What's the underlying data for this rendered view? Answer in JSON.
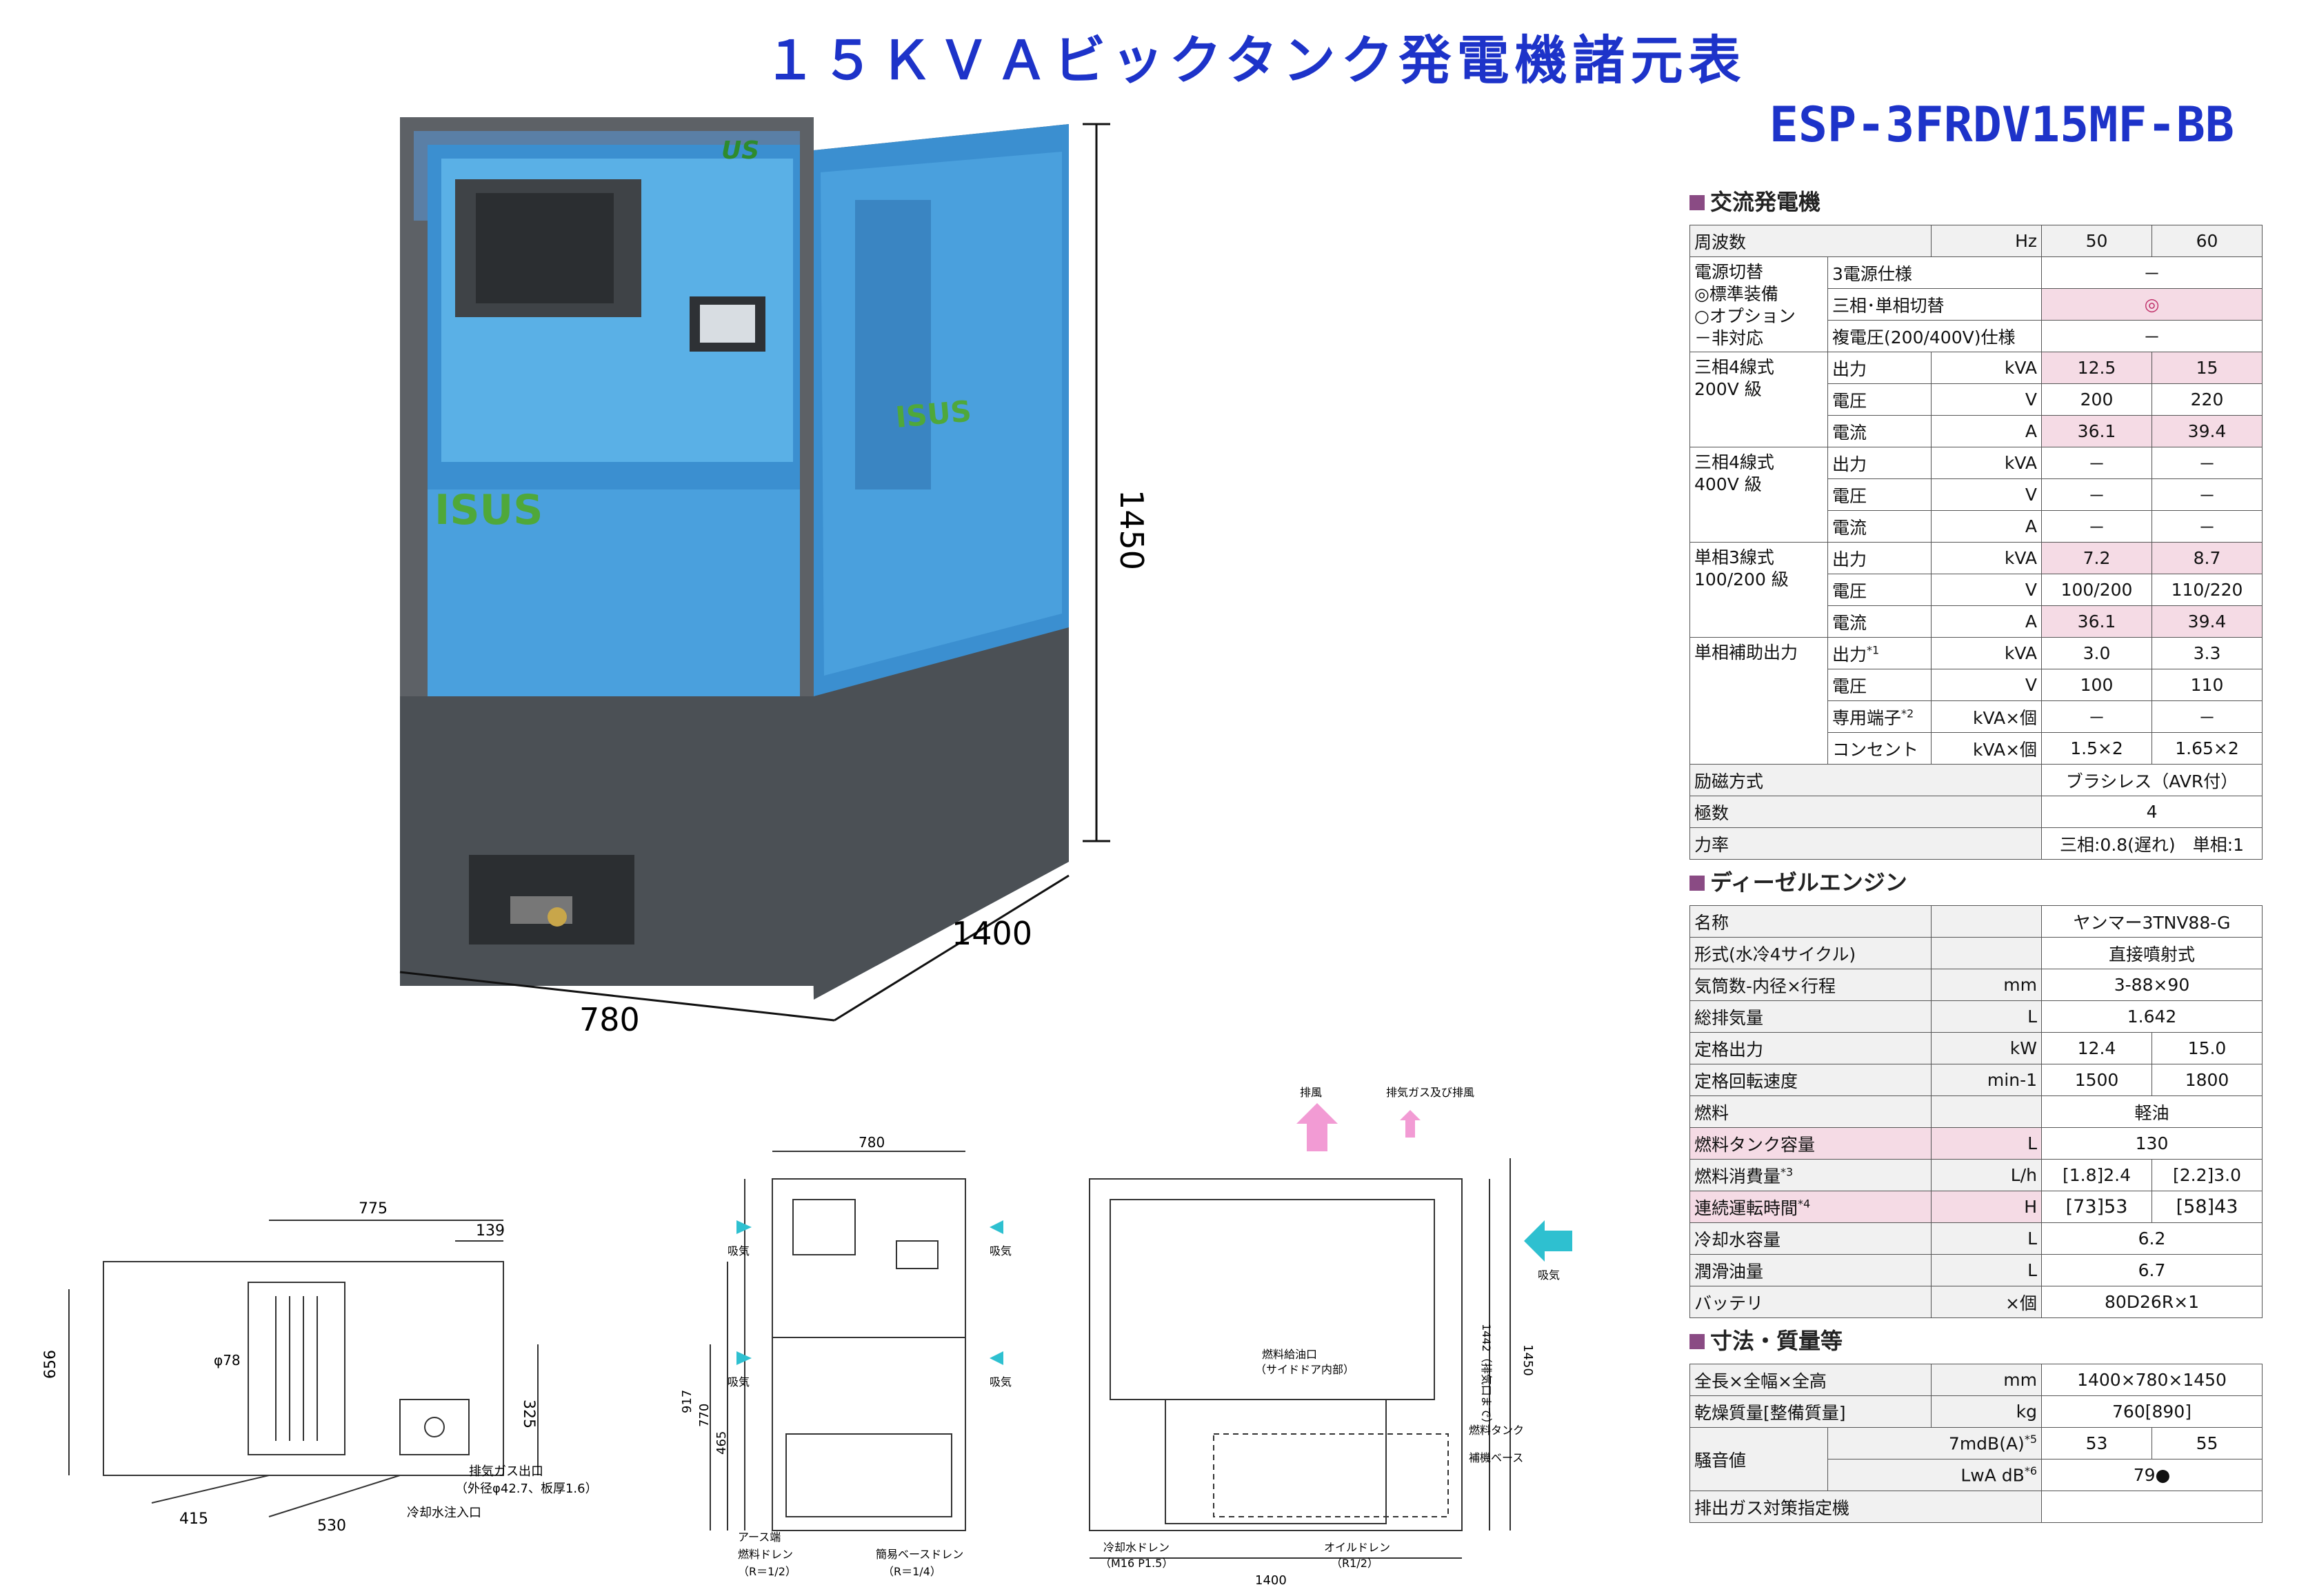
{
  "title": "１５ＫＶＡビックタンク発電機諸元表",
  "model": "ESP-3FRDV15MF-BB",
  "photo": {
    "dim_height": "1450",
    "dim_depth": "1400",
    "dim_width": "780",
    "logo_top": "US",
    "logo_mid": "ISUS",
    "logo_side": "ISUS",
    "colors": {
      "body": "#3b8fd0",
      "base": "#4e5358",
      "frame": "#5d6166"
    }
  },
  "drawings": {
    "top": {
      "d775": "775",
      "d139": "139",
      "d656": "656",
      "d325": "325",
      "d415": "415",
      "d530": "530",
      "phi": "φ78",
      "exhaust": "排気ガス出口",
      "exhaust_sub": "（外径φ42.7、板厚1.6）",
      "coolant": "冷却水注入口"
    },
    "front": {
      "d780": "780",
      "d917": "917",
      "d770": "770",
      "d465": "465",
      "intake": "吸気",
      "earth": "アース端",
      "fuel_drain": "燃料ドレン",
      "fuel_drain_sub": "（R＝1/2）",
      "base_drain": "簡易ベースドレン",
      "base_drain_sub": "（R＝1/4）"
    },
    "side": {
      "d1400": "1400",
      "d1450": "1450",
      "d1442": "1442（排気口まで）",
      "exhaust_air": "排風",
      "exhaust_gas": "排気ガス及び排風",
      "intake": "吸気",
      "fuel_port": "燃料給油口",
      "fuel_port_sub": "（サイドドア内部）",
      "fuel_tank": "燃料タンク",
      "base": "補機ベース",
      "coolant_drain": "冷却水ドレン",
      "coolant_drain_sub": "（M16 P1.5）",
      "oil_drain": "オイルドレン",
      "oil_drain_sub": "（R1/2）"
    }
  },
  "spec": {
    "sec1": "交流発電機",
    "sec2": "ディーゼルエンジン",
    "sec3": "寸法・質量等",
    "freq": {
      "label": "周波数",
      "unit": "Hz",
      "v50": "50",
      "v60": "60"
    },
    "power": {
      "group": "電源切替\n◎標準装備\n○オプション\n－非対応",
      "r1": {
        "label": "3電源仕様",
        "val": "－"
      },
      "r2": {
        "label": "三相･単相切替",
        "val": "◎"
      },
      "r3": {
        "label": "複電圧(200/400V)仕様",
        "val": "－"
      }
    },
    "p200": {
      "group": "三相4線式\n200V 級",
      "out": {
        "label": "出力",
        "unit": "kVA",
        "v50": "12.5",
        "v60": "15"
      },
      "volt": {
        "label": "電圧",
        "unit": "V",
        "v50": "200",
        "v60": "220"
      },
      "cur": {
        "label": "電流",
        "unit": "A",
        "v50": "36.1",
        "v60": "39.4"
      }
    },
    "p400": {
      "group": "三相4線式\n400V 級",
      "out": {
        "label": "出力",
        "unit": "kVA",
        "v50": "－",
        "v60": "－"
      },
      "volt": {
        "label": "電圧",
        "unit": "V",
        "v50": "－",
        "v60": "－"
      },
      "cur": {
        "label": "電流",
        "unit": "A",
        "v50": "－",
        "v60": "－"
      }
    },
    "p100": {
      "group": "単相3線式\n100/200 級",
      "out": {
        "label": "出力",
        "unit": "kVA",
        "v50": "7.2",
        "v60": "8.7"
      },
      "volt": {
        "label": "電圧",
        "unit": "V",
        "v50": "100/200",
        "v60": "110/220"
      },
      "cur": {
        "label": "電流",
        "unit": "A",
        "v50": "36.1",
        "v60": "39.4"
      }
    },
    "aux": {
      "group": "単相補助出力",
      "out": {
        "label": "出力",
        "note": "*1",
        "unit": "kVA",
        "v50": "3.0",
        "v60": "3.3"
      },
      "volt": {
        "label": "電圧",
        "unit": "V",
        "v50": "100",
        "v60": "110"
      },
      "term": {
        "label": "専用端子",
        "note": "*2",
        "unit": "kVA×個",
        "v50": "－",
        "v60": "－"
      },
      "out2": {
        "label": "コンセント",
        "unit": "kVA×個",
        "v50": "1.5×2",
        "v60": "1.65×2"
      }
    },
    "excite": {
      "label": "励磁方式",
      "val": "ブラシレス（AVR付）"
    },
    "poles": {
      "label": "極数",
      "val": "4"
    },
    "pf": {
      "label": "力率",
      "val": "三相:0.8(遅れ)　単相:1"
    },
    "eng": {
      "name": {
        "label": "名称",
        "val": "ヤンマー3TNV88-G"
      },
      "type": {
        "label": "形式(水冷4サイクル)",
        "val": "直接噴射式"
      },
      "cyl": {
        "label": "気筒数-内径×行程",
        "unit": "mm",
        "val": "3-88×90"
      },
      "disp": {
        "label": "総排気量",
        "unit": "L",
        "val": "1.642"
      },
      "rated": {
        "label": "定格出力",
        "unit": "kW",
        "v50": "12.4",
        "v60": "15.0"
      },
      "rpm": {
        "label": "定格回転速度",
        "unit": "min-1",
        "v50": "1500",
        "v60": "1800"
      },
      "fuel": {
        "label": "燃料",
        "val": "軽油"
      },
      "tank": {
        "label": "燃料タンク容量",
        "unit": "L",
        "val": "130"
      },
      "cons": {
        "label": "燃料消費量",
        "note": "*3",
        "unit": "L/h",
        "v50": "[1.8]2.4",
        "v60": "[2.2]3.0"
      },
      "run": {
        "label": "連続運転時間",
        "note": "*4",
        "unit": "H",
        "v50": "[73]53",
        "v60": "[58]43"
      },
      "cool": {
        "label": "冷却水容量",
        "unit": "L",
        "val": "6.2"
      },
      "oil": {
        "label": "潤滑油量",
        "unit": "L",
        "val": "6.7"
      },
      "batt": {
        "label": "バッテリ",
        "unit": "×個",
        "val": "80D26R×1"
      }
    },
    "dim": {
      "size": {
        "label": "全長×全幅×全高",
        "unit": "mm",
        "val": "1400×780×1450"
      },
      "mass": {
        "label": "乾燥質量[整備質量]",
        "unit": "kg",
        "val": "760[890]"
      },
      "noise": {
        "label": "騒音値",
        "r1": {
          "unit": "7mdB(A)",
          "note": "*5",
          "v50": "53",
          "v60": "55"
        },
        "r2": {
          "unit": "LwA dB",
          "note": "*6",
          "val": "79●"
        }
      },
      "exhaust": {
        "label": "排出ガス対策指定機",
        "val": ""
      }
    }
  }
}
